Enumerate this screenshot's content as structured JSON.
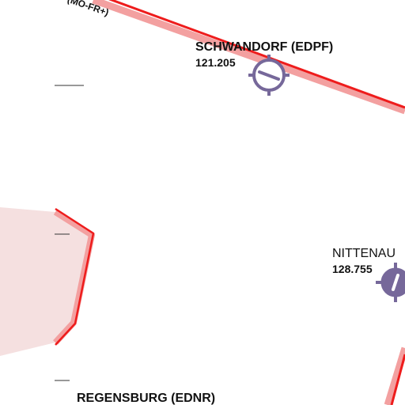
{
  "map": {
    "background": "#ffffff",
    "airspace_line_color": "#ee1c1c",
    "airspace_halo_color": "#f3a0a0",
    "airspace_fill_color": "#f5e0e0",
    "airfield_symbol_color": "#76689a",
    "route_label": "(MO-FR+)",
    "airfields": [
      {
        "name": "SCHWANDORF (EDPF)",
        "frequency": "121.205",
        "symbol": "airfield-grass-icon"
      },
      {
        "name": "NITTENAU",
        "frequency": "128.755",
        "symbol": "airfield-grass-icon"
      },
      {
        "name": "REGENSBURG (EDNR)",
        "frequency": "",
        "symbol": "airfield-icon"
      }
    ]
  }
}
